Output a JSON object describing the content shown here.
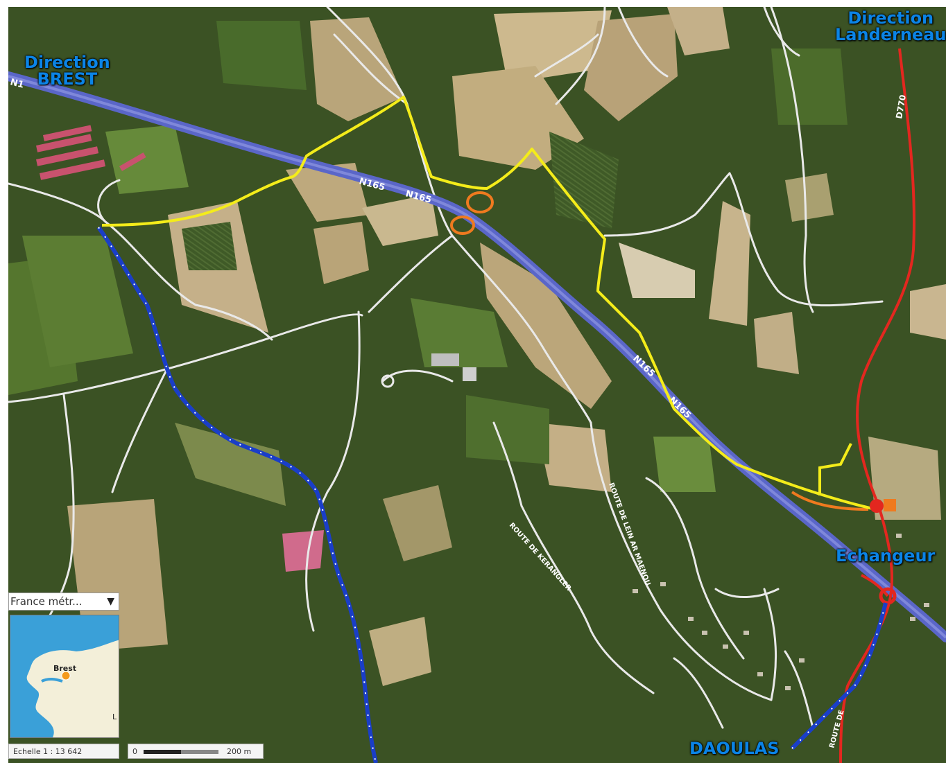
{
  "labels": {
    "brest_line1": "Direction",
    "brest_line2": "BREST",
    "landerneau_line1": "Direction",
    "landerneau_line2": "Landerneau",
    "echangeur": "Echangeur",
    "daoulas": "DAOULAS"
  },
  "road_labels": {
    "n165": "N165",
    "n165_partial": "N1",
    "d770": "D770",
    "route_kerangler": "ROUTE DE KERANGLER",
    "route_lein": "ROUTE DE LEIN AR MAENOU",
    "route_daou": "ROUTE DE"
  },
  "inset": {
    "select_value": "France métr...",
    "select_arrow": "▼",
    "city_label": "Brest",
    "edge_label": "L",
    "scale_text": "Echelle 1 : 13 642",
    "scale_zero": "0",
    "scale_distance": "200 m"
  },
  "colors": {
    "highway": "#5a66c8",
    "yellow_route": "#f4ec1a",
    "red_road": "#e3271f",
    "blue_dotted": "#1a3ec8",
    "label_blue": "#0b84e6",
    "orange_ramp": "#ef7a1f"
  }
}
